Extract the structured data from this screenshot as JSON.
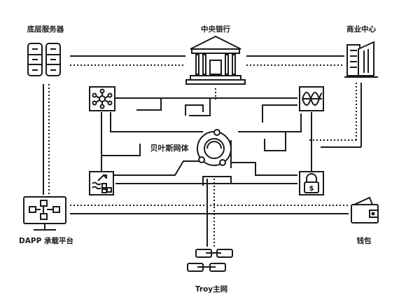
{
  "nodes": {
    "server": {
      "label": "底层服务器",
      "icon": "server-icon"
    },
    "bank": {
      "label": "中央银行",
      "icon": "bank-icon"
    },
    "business": {
      "label": "商业中心",
      "icon": "buildings-icon"
    },
    "dapp": {
      "label": "DAPP 承载平台",
      "icon": "monitor-icon"
    },
    "wallet": {
      "label": "钱包",
      "icon": "wallet-icon"
    },
    "troy": {
      "label": "Troy主网",
      "icon": "chain-icon"
    },
    "bayes": {
      "label": "贝叶斯网体",
      "icon": "orbit-icon"
    }
  },
  "inner_icons": {
    "top_left": "network-hub-icon",
    "top_right": "signal-wave-icon",
    "bottom_left": "data-flow-icon",
    "bottom_right": "dollar-lock-icon"
  },
  "colors": {
    "stroke": "#1a1a1a",
    "background": "#ffffff"
  }
}
